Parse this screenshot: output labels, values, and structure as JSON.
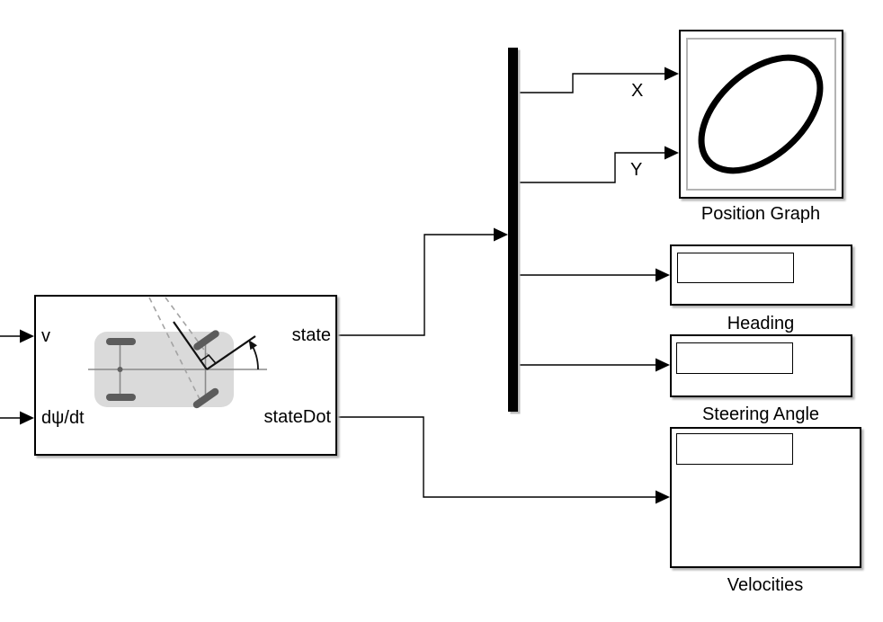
{
  "canvas": {
    "background": "#ffffff"
  },
  "colors": {
    "wire": "#000000",
    "block_border": "#000000",
    "block_fill": "#ffffff",
    "shadow": "#b4b4b4",
    "scope_frame_gray": "#b3b3b3",
    "vehicle_body_gray": "#dadada",
    "wheel_gray": "#5c5c5c",
    "axis_line_gray": "#8a8a8a",
    "dashed_line_gray": "#a3a3a3"
  },
  "blocks": {
    "bicycle_model": {
      "ports": {
        "in1": "v",
        "in2": "dψ/dt",
        "out1": "state",
        "out2": "stateDot"
      }
    },
    "position_graph": {
      "label": "Position Graph",
      "ports": {
        "in1": "X",
        "in2": "Y"
      }
    },
    "heading_display": {
      "label": "Heading",
      "value": ""
    },
    "steering_display": {
      "label": "Steering Angle",
      "value": ""
    },
    "velocities_display": {
      "label": "Velocities",
      "value": ""
    }
  }
}
